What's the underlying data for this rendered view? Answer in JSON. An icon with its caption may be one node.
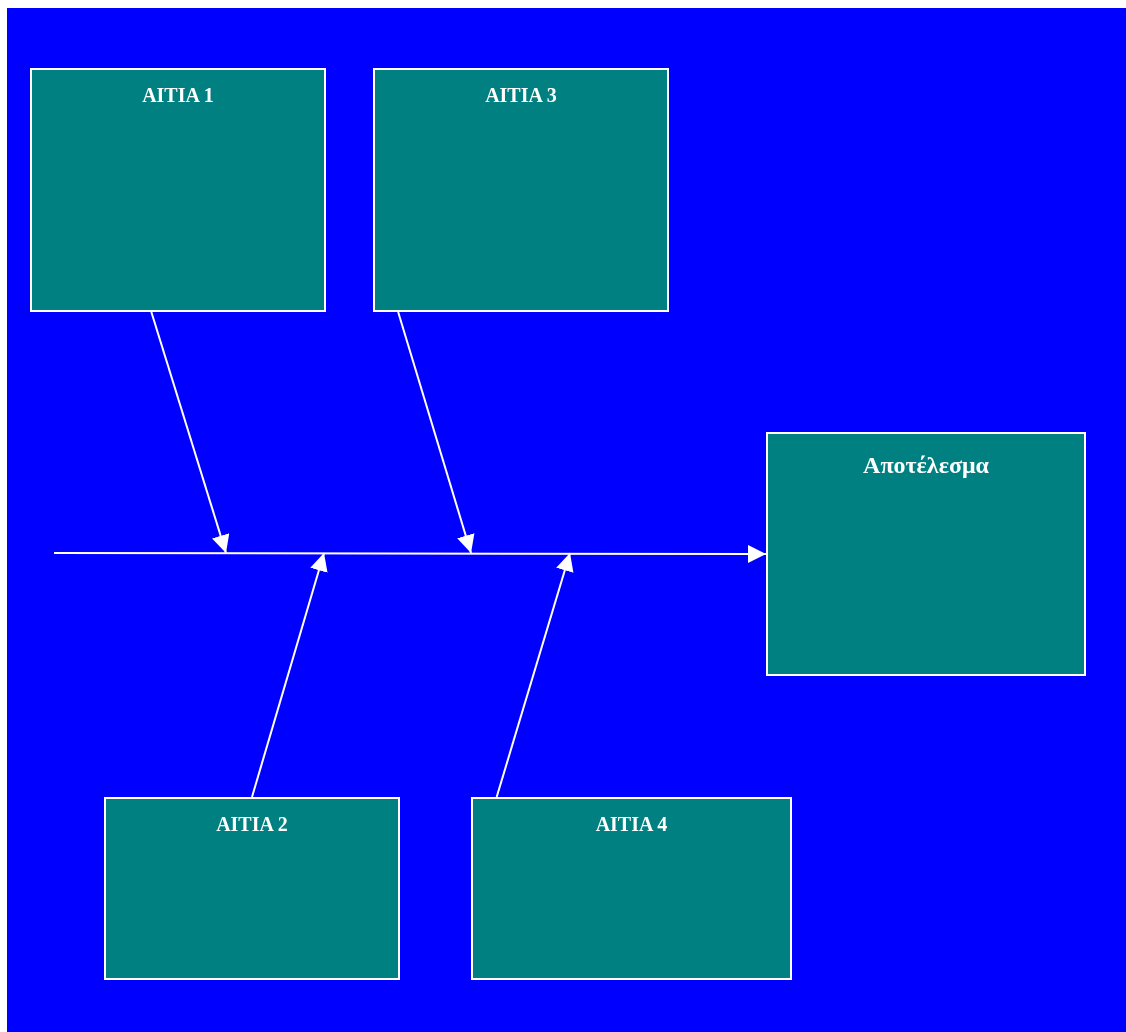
{
  "diagram": {
    "nodes": [
      {
        "text": [
          "ΑΙΤΙΑ 1"
        ]
      },
      {
        "text": [
          "ΑΙΤΙΑ 3"
        ]
      },
      {
        "text": [
          "Αποτέλεσμα"
        ]
      },
      {
        "text": [
          "ΑΙΤΙΑ 2"
        ]
      },
      {
        "text": [
          "ΑΙΤΙΑ 4"
        ]
      }
    ],
    "edges": [
      {
        "from": null,
        "to": 2,
        "arrow": "to"
      },
      {
        "from": 0,
        "to": null,
        "arrow": "to"
      },
      {
        "from": 1,
        "to": null,
        "arrow": "to"
      },
      {
        "from": 3,
        "to": null,
        "arrow": "to"
      },
      {
        "from": 4,
        "to": null,
        "arrow": "to"
      }
    ]
  }
}
